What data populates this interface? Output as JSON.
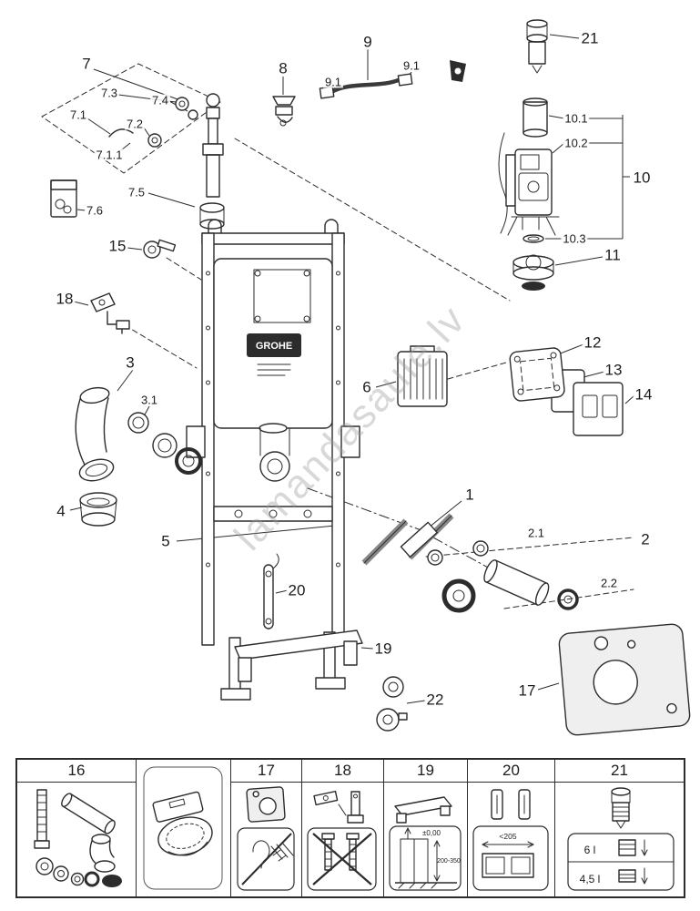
{
  "watermark": "lamandasaule.lv",
  "brand": "GROHE",
  "callouts": {
    "c1": "1",
    "c2": "2",
    "c2_1": "2.1",
    "c2_2": "2.2",
    "c3": "3",
    "c3_1": "3.1",
    "c4": "4",
    "c5": "5",
    "c6": "6",
    "c7": "7",
    "c7_1": "7.1",
    "c7_1_1": "7.1.1",
    "c7_2": "7.2",
    "c7_3": "7.3",
    "c7_4": "7.4",
    "c7_5": "7.5",
    "c7_6": "7.6",
    "c8": "8",
    "c9": "9",
    "c9_1a": "9.1",
    "c9_1b": "9.1",
    "c10": "10",
    "c10_1": "10.1",
    "c10_2": "10.2",
    "c10_3": "10.3",
    "c11": "11",
    "c12": "12",
    "c13": "13",
    "c14": "14",
    "c15": "15",
    "c17": "17",
    "c18": "18",
    "c19": "19",
    "c20": "20",
    "c21": "21",
    "c22": "22"
  },
  "table": {
    "headers": [
      "16",
      "17",
      "18",
      "19",
      "20",
      "21"
    ],
    "cell19": {
      "tolerance": "±0,00",
      "range": "200-350"
    },
    "cell20": {
      "max": "<205"
    },
    "cell21": {
      "full": "6 l",
      "eco": "4,5 l"
    }
  }
}
